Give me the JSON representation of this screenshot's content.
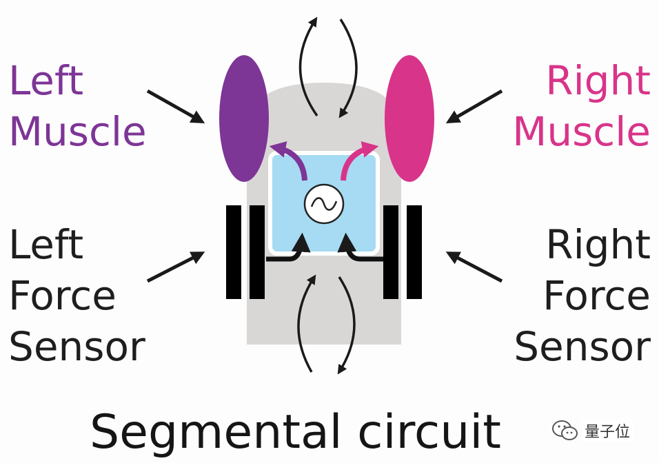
{
  "labels": {
    "left_muscle": "Left\nMuscle",
    "right_muscle": "Right\nMuscle",
    "left_force_sensor": "Left\nForce\nSensor",
    "right_force_sensor": "Right\nForce\nSensor"
  },
  "caption": "Segmental circuit",
  "watermark": {
    "text": "量子位",
    "icon": "wechat-icon"
  },
  "colors": {
    "left_muscle": "#7d3596",
    "right_muscle": "#d8348a",
    "body_segment": "#d9d7d6",
    "oscillator_box": "#a6dbf3",
    "sensor_bar": "#000000",
    "text": "#1e1e1e"
  },
  "icons": {
    "oscillator": "sine-wave-icon",
    "sensor": "force-sensor-icon"
  }
}
